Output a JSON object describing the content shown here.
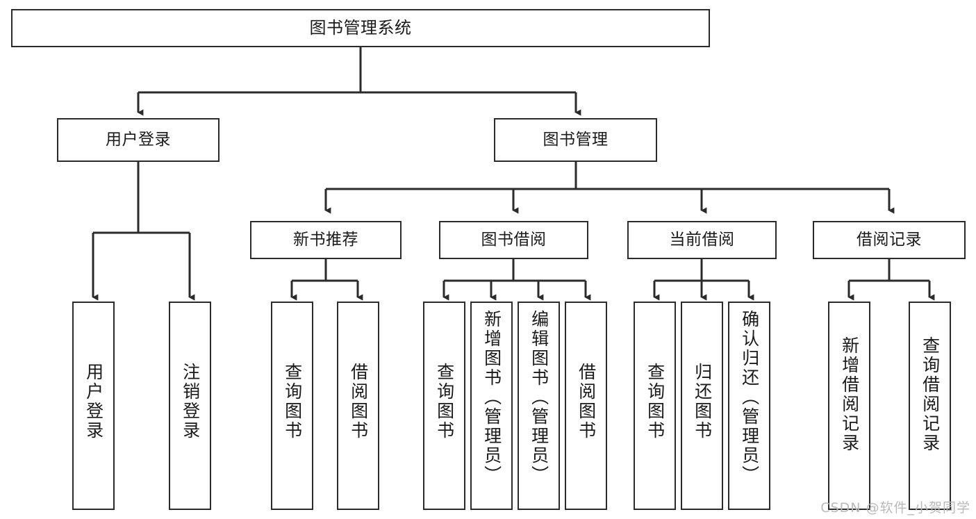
{
  "diagram": {
    "type": "tree-hierarchy",
    "title": "图书管理系统",
    "stroke_color": "#2b2b2b",
    "fill_color": "#ffffff",
    "text_color": "#1a1a1a"
  },
  "root": {
    "label": "图书管理系统"
  },
  "level2": [
    {
      "label": "用户登录"
    },
    {
      "label": "图书管理"
    }
  ],
  "level3": [
    {
      "label": "新书推荐"
    },
    {
      "label": "图书借阅"
    },
    {
      "label": "当前借阅"
    },
    {
      "label": "借阅记录"
    }
  ],
  "leaves": {
    "user_login": [
      {
        "label": "用户登录"
      },
      {
        "label": "注销登录"
      }
    ],
    "new_book_recommend": [
      {
        "label": "查询图书"
      },
      {
        "label": "借阅图书"
      }
    ],
    "book_borrow": [
      {
        "label": "查询图书"
      },
      {
        "label": "新增图书（管理员）"
      },
      {
        "label": "编辑图书（管理员）"
      },
      {
        "label": "借阅图书"
      }
    ],
    "current_borrow": [
      {
        "label": "查询图书"
      },
      {
        "label": "归还图书"
      },
      {
        "label": "确认归还（管理员）"
      }
    ],
    "borrow_record": [
      {
        "label": "新增借阅记录"
      },
      {
        "label": "查询借阅记录"
      }
    ]
  },
  "watermark": {
    "text": "CSDN @软件_小贺同学"
  }
}
